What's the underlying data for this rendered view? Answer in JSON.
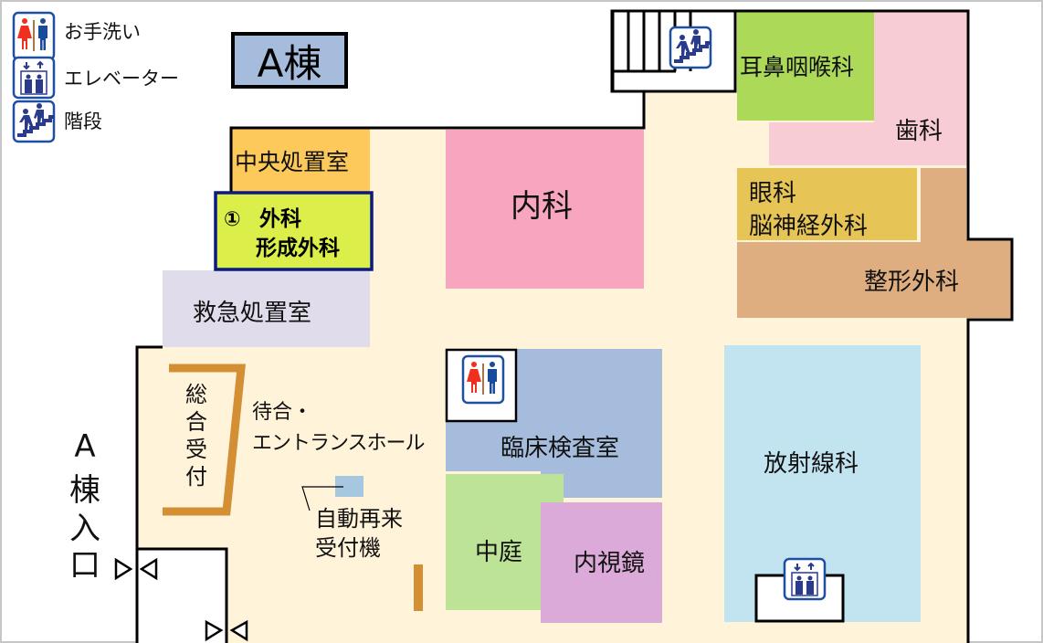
{
  "legend": [
    {
      "icon": "restroom-icon",
      "label": "お手洗い"
    },
    {
      "icon": "elevator-icon",
      "label": "エレベーター"
    },
    {
      "icon": "stairs-icon",
      "label": "階段"
    }
  ],
  "building_label": "A棟",
  "entrance_label": [
    "A",
    "棟",
    "入",
    "口"
  ],
  "rooms": {
    "central_treatment": "中央処置室",
    "surgery_number": "①",
    "surgery_line1": "外科",
    "surgery_line2": "形成外科",
    "emergency": "救急処置室",
    "internal_medicine": "内科",
    "ent": "耳鼻咽喉科",
    "dental": "歯科",
    "ophthalmology": "眼科",
    "neurosurgery": "脳神経外科",
    "orthopedics": "整形外科",
    "clinical_lab": "臨床検査室",
    "courtyard": "中庭",
    "endoscopy": "内視鏡",
    "radiology": "放射線科"
  },
  "reception": [
    "総",
    "合",
    "受",
    "付"
  ],
  "hall_line1": "待合・",
  "hall_line2": "エントランスホール",
  "kiosk_line1": "自動再来",
  "kiosk_line2": "受付機",
  "colors": {
    "floor": "#fff3da",
    "central_treatment": "#fdc95a",
    "surgery": "#dcee4a",
    "surgery_border": "#0b1a82",
    "emergency": "#e0dcec",
    "internal_medicine": "#f8a6c0",
    "ent": "#acd958",
    "dental": "#f8ccd4",
    "ophthalmology": "#e6c456",
    "orthopedics": "#deae80",
    "clinical_lab": "#a5bcdc",
    "courtyard": "#bde496",
    "endoscopy": "#dcaad8",
    "radiology": "#c2e4f0",
    "counter": "#d48f34",
    "icon_blue": "#1f4fa0"
  }
}
